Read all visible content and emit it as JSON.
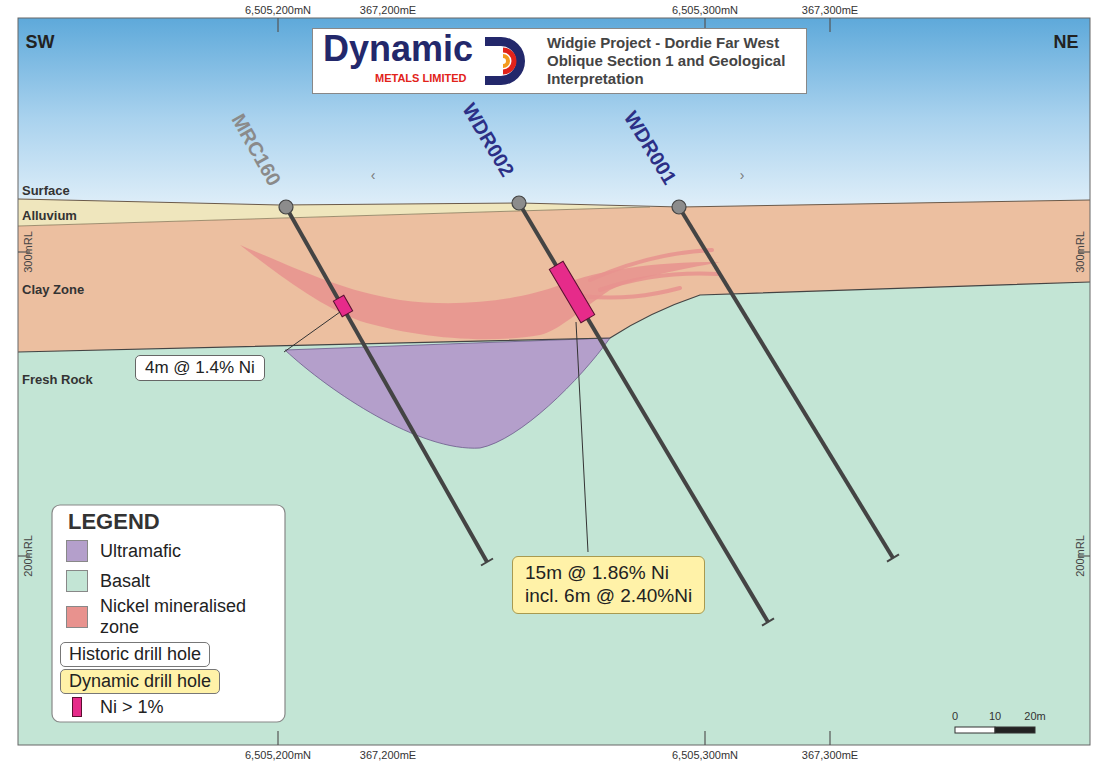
{
  "diagram": {
    "nodes": [
      {
        "text": [
          "Dynamic",
          "METALS LIMITED",
          "Widgie Project - Dordie Far West Oblique Section 1 and Geological Interpretation"
        ]
      },
      {
        "text": [
          "4m @ 1.4% Ni"
        ]
      },
      {
        "text": [
          "15m @ 1.86% Ni",
          "incl. 6m @ 2.40%Ni"
        ]
      }
    ],
    "labels": [
      "SW",
      "NE",
      "6,505,200mN",
      "367,200mE",
      "6,505,300mN",
      "367,300mE",
      "6,505,200mN",
      "367,200mE",
      "6,505,300mN",
      "367,300mE",
      "300mRL",
      "300mRL",
      "200mRL",
      "200mRL",
      "MRC160",
      "WDR002",
      "WDR001",
      "Surface",
      "Alluvium",
      "Clay Zone",
      "Fresh Rock",
      "LEGEND",
      "0",
      "10",
      "20m",
      "‹",
      "›"
    ],
    "legend": [
      {
        "text": "Ultramafic",
        "color": "#b49fcb"
      },
      {
        "text": "Basalt",
        "color": "#c3e5d5"
      },
      {
        "text": "Nickel mineralised zone",
        "color": "#e8928e"
      },
      {
        "text": "Historic drill hole",
        "color": "#ffffff"
      },
      {
        "text": "Dynamic drill hole",
        "color": "#fff2a8"
      },
      {
        "text": "Ni > 1%",
        "color": "#e62b8a"
      }
    ]
  }
}
